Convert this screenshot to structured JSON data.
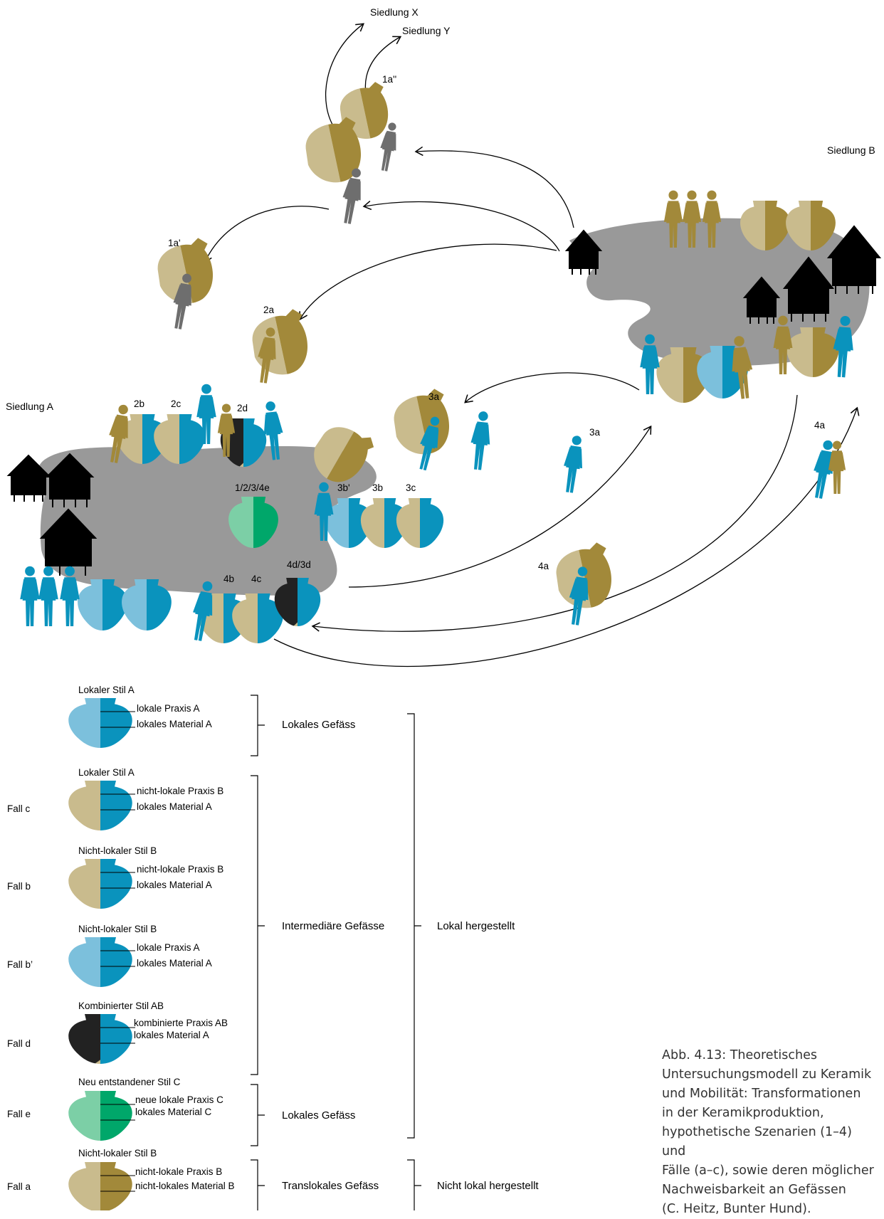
{
  "colors": {
    "blue": "#0a93bd",
    "light_blue": "#7cc0dc",
    "beige": "#c9bb8d",
    "olive": "#a2893a",
    "green": "#00a76a",
    "light_green": "#7ccfa6",
    "grey_area": "#999999",
    "person_grey": "#6e6e6e",
    "black": "#000000"
  },
  "settlements": {
    "x": "Siedlung  X",
    "y": "Siedlung Y",
    "a": "Siedlung A",
    "b": "Siedlung B"
  },
  "scenario_labels": [
    "1a''",
    "1a'",
    "2a",
    "2b",
    "2c",
    "2d",
    "3a",
    "3a",
    "3b'",
    "3b",
    "3c",
    "1/2/3/4e",
    "4a",
    "4a",
    "4b",
    "4c",
    "4d/3d"
  ],
  "legend": {
    "rows": [
      {
        "style": "Lokaler Stil A",
        "line1": "lokale Praxis A",
        "line2": "lokales Material A",
        "case": "",
        "left": "light_blue",
        "right": "blue",
        "hatch": false
      },
      {
        "style": "Lokaler Stil A",
        "line1": "nicht-lokale Praxis B",
        "line2": "lokales Material A",
        "case": "Fall c",
        "left": "beige",
        "right": "blue",
        "hatch": false
      },
      {
        "style": "Nicht-lokaler Stil B",
        "line1": "nicht-lokale Praxis B",
        "line2": "lokales Material A",
        "case": "Fall b",
        "left": "beige",
        "right": "blue",
        "hatch": false
      },
      {
        "style": "Nicht-lokaler Stil B",
        "line1": "lokale Praxis A",
        "line2": "lokales Material A",
        "case": "Fall b’",
        "left": "light_blue",
        "right": "blue",
        "hatch": false
      },
      {
        "style": "Kombinierter  Stil AB",
        "line1": "kombinierte Praxis AB",
        "line2": "lokales Material A",
        "case": "Fall d",
        "left": "beige",
        "right": "blue",
        "hatch": true
      },
      {
        "style": "Neu entstandener Stil C",
        "line1": "neue lokale Praxis C",
        "line2": "lokales Material C",
        "case": "Fall e",
        "left": "light_green",
        "right": "green",
        "hatch": false
      },
      {
        "style": "Nicht-lokaler Stil B",
        "line1": "nicht-lokale Praxis B",
        "line2": "nicht-lokales Material B",
        "case": "Fall a",
        "left": "beige",
        "right": "olive",
        "hatch": false
      }
    ],
    "groups": [
      "Lokales Gefäss",
      "Intermediäre Gefässe",
      "Lokales Gefäss",
      "Translokales Gefäss"
    ],
    "outer": [
      "Lokal hergestellt",
      "Nicht lokal hergestellt"
    ]
  },
  "caption": [
    "Abb. 4.13: Theoretisches",
    "Untersuchungsmodell zu Keramik",
    "und Mobilität: Transformationen",
    "in der Keramikproduktion,",
    "hypothetische Szenarien (1–4) und",
    "Fälle (a–c), sowie deren möglicher",
    "Nachweisbarkeit an Gefässen",
    "(C. Heitz, Bunter Hund)."
  ]
}
